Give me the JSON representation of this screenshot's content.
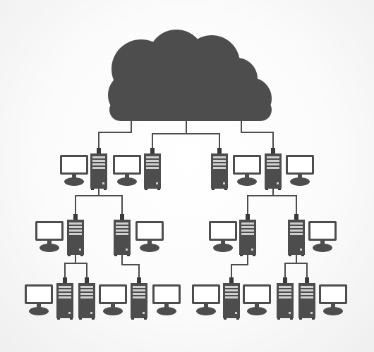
{
  "colors": {
    "background": "#f7f7f7",
    "icon_fill": "#4d4d4d",
    "icon_dark": "#3a3a3a",
    "screen_fill": "#ffffff",
    "line": "#4d4d4d"
  },
  "icons": {
    "cloud": "cloud-icon",
    "server": "server-tower-icon",
    "monitor": "monitor-icon"
  },
  "topology": {
    "cloud": "cloud-icon",
    "levels": [
      {
        "level": 1,
        "server_count": 4,
        "monitor_count": 4
      },
      {
        "level": 2,
        "server_count": 4,
        "monitor_count": 4
      },
      {
        "level": 3,
        "server_count": 6,
        "monitor_count": 6
      }
    ]
  }
}
